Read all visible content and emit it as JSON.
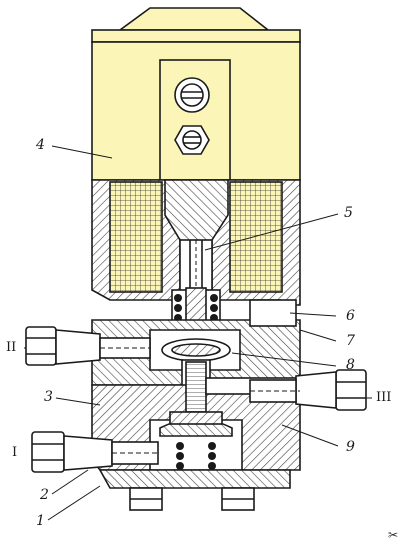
{
  "diagram": {
    "callouts": {
      "part_1": "1",
      "part_2": "2",
      "part_3": "3",
      "part_4": "4",
      "part_5": "5",
      "part_6": "6",
      "part_7": "7",
      "part_8": "8",
      "part_9": "9"
    },
    "ports": {
      "port_I": "I",
      "port_II": "II",
      "port_III": "III"
    },
    "colors": {
      "coil_housing": "#fbf6b8",
      "hatch_line": "#444444",
      "outline": "#1a1a1a",
      "background": "#ffffff"
    },
    "icons": {
      "watermark": "scissors-icon"
    }
  }
}
